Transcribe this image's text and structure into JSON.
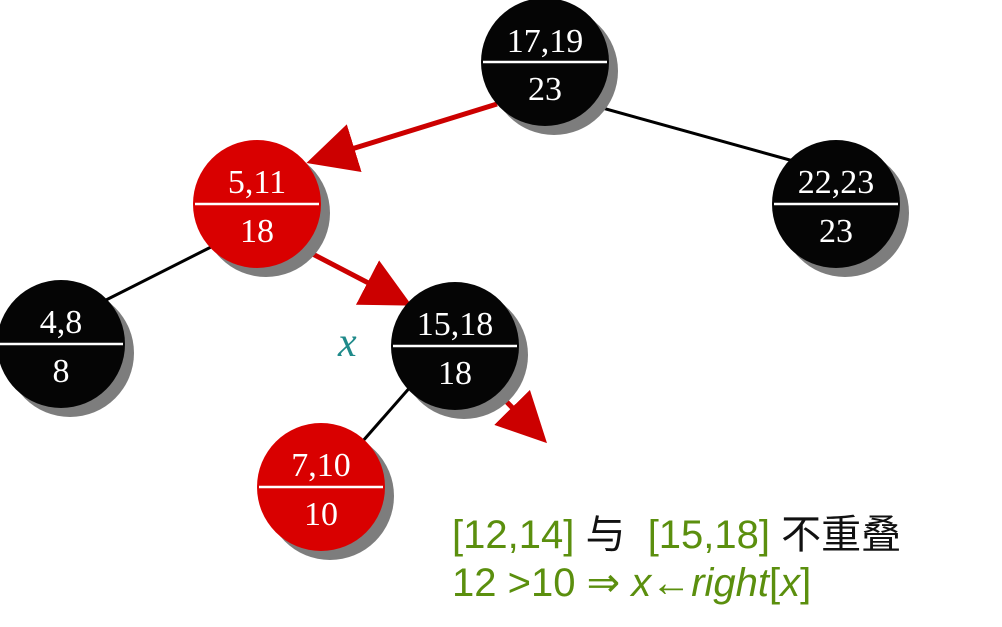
{
  "colors": {
    "black_node": "#050505",
    "red_node": "#d90000",
    "shadow": "#7d7d7d",
    "edge": "#000000",
    "search_arrow": "#cc0000",
    "x_label": "#1f8a8a",
    "caption_green": "#5b8f0e"
  },
  "tree": {
    "root": {
      "interval": "17,19",
      "max": "23",
      "color": "black"
    },
    "root_right": {
      "interval": "22,23",
      "max": "23",
      "color": "black"
    },
    "left": {
      "interval": "5,11",
      "max": "18",
      "color": "red"
    },
    "left_left": {
      "interval": "4,8",
      "max": "8",
      "color": "black"
    },
    "left_right": {
      "interval": "15,18",
      "max": "18",
      "color": "black"
    },
    "left_right_left": {
      "interval": "7,10",
      "max": "10",
      "color": "red"
    }
  },
  "pointer_label": "x",
  "caption": {
    "line1": {
      "query": "[12,14]",
      "conj": "与",
      "node_interval": "[15,18]",
      "verdict": "不重叠"
    },
    "line2": {
      "comparison": "12 >10 ⇒ ",
      "var": "x",
      "arrow": "←",
      "func": "right",
      "bracket_open": "[",
      "arg": "x",
      "bracket_close": "]"
    }
  }
}
